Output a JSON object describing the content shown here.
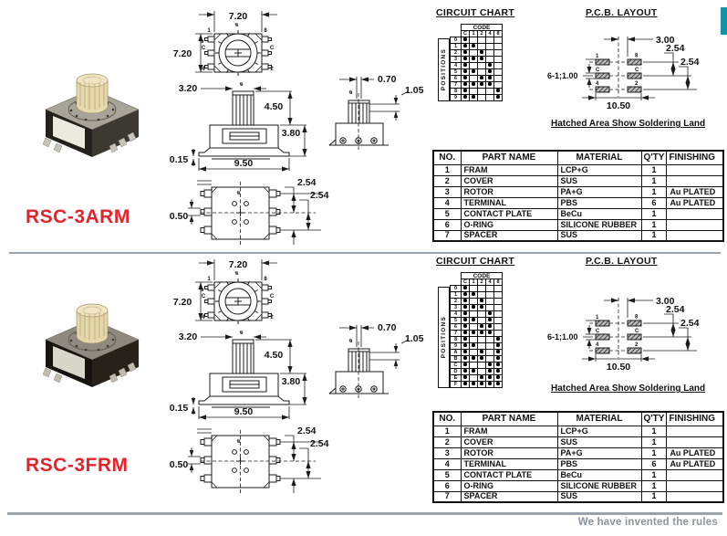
{
  "page": {
    "tagline": "We have invented the rules",
    "tagline_color": "#8b949e",
    "accent_bar_color": "#1792a9",
    "model_color": "#e5232a",
    "line_color": "#9aa2ac"
  },
  "sections": [
    {
      "model": "RSC-3ARM",
      "photo": {
        "top_face": "#a9a49a",
        "front_face": "#23211d",
        "side_face": "#3c3933",
        "panel": "#eceade",
        "knob": "#e6d9ab",
        "knob_top": "#f0e6c4",
        "pin": "#c9c4ba"
      },
      "drawings": {
        "top_view": {
          "dim_width": "7.20",
          "dim_height": "7.20",
          "dia": "⌀",
          "pin_labels": {
            "tl": "1",
            "tr": "8",
            "ml": "C",
            "mr": "C",
            "bl": "4",
            "br": "2"
          }
        },
        "front_view": {
          "dim_shaft_w": "3.20",
          "dim_shaft_h": "4.50",
          "dim_body_h": "3.80",
          "dim_standoff": "0.15",
          "dim_body_w": "9.50",
          "dia": "⌀"
        },
        "side_view": {
          "dim_slot": "0.70",
          "dim_collar": "1.05",
          "dia": "⌀"
        },
        "bottom_view": {
          "dim_pin": "0.50",
          "dim_pitch_a": "2.54",
          "dim_pitch_b": "2.54",
          "dia": "⌀"
        }
      },
      "circuit_chart": {
        "title": "CIRCUIT CHART",
        "code_label": "CODE",
        "positions_label": "POSITIONS",
        "columns": [
          "C",
          "1",
          "2",
          "4",
          "8"
        ],
        "rows": [
          {
            "label": "0",
            "dots": [
              1,
              0,
              0,
              0,
              0
            ]
          },
          {
            "label": "1",
            "dots": [
              1,
              1,
              0,
              0,
              0
            ]
          },
          {
            "label": "2",
            "dots": [
              1,
              0,
              1,
              0,
              0
            ]
          },
          {
            "label": "3",
            "dots": [
              1,
              1,
              1,
              0,
              0
            ]
          },
          {
            "label": "4",
            "dots": [
              1,
              0,
              0,
              1,
              0
            ]
          },
          {
            "label": "5",
            "dots": [
              1,
              1,
              0,
              1,
              0
            ]
          },
          {
            "label": "6",
            "dots": [
              1,
              0,
              1,
              1,
              0
            ]
          },
          {
            "label": "7",
            "dots": [
              1,
              1,
              1,
              1,
              0
            ]
          },
          {
            "label": "8",
            "dots": [
              1,
              0,
              0,
              0,
              1
            ]
          },
          {
            "label": "9",
            "dots": [
              1,
              1,
              0,
              0,
              1
            ]
          }
        ]
      },
      "pcb_layout": {
        "title": "P.C.B. LAYOUT",
        "dim_center_to_pad": "3.00",
        "dim_pitch_a": "2.54",
        "dim_pitch_b": "2.54",
        "dim_span": "10.50",
        "dim_pads": "6-1;1.00",
        "pad_labels": {
          "l1": "1",
          "l2": "C",
          "l3": "4",
          "r1": "8",
          "r2": "C",
          "r3": "2"
        },
        "note": "Hatched Area Show Soldering Land"
      },
      "parts_table": {
        "headers": [
          "NO.",
          "PART NAME",
          "MATERIAL",
          "Q'TY",
          "FINISHING"
        ],
        "rows": [
          [
            "1",
            "FRAM",
            "LCP+G",
            "1",
            ""
          ],
          [
            "2",
            "COVER",
            "SUS",
            "1",
            ""
          ],
          [
            "3",
            "ROTOR",
            "PA+G",
            "1",
            "Au PLATED"
          ],
          [
            "4",
            "TERMINAL",
            "PBS",
            "6",
            "Au PLATED"
          ],
          [
            "5",
            "CONTACT PLATE",
            "BeCu",
            "1",
            ""
          ],
          [
            "6",
            "O-RING",
            "SILICONE RUBBER",
            "1",
            ""
          ],
          [
            "7",
            "SPACER",
            "SUS",
            "1",
            ""
          ]
        ]
      }
    },
    {
      "model": "RSC-3FRM",
      "photo": {
        "top_face": "#8f8a80",
        "front_face": "#17140f",
        "side_face": "#262219",
        "panel": "#d9d6ca",
        "knob": "#e4d7a9",
        "knob_top": "#efe5c2",
        "pin": "#c2bcb0"
      },
      "drawings": {
        "top_view": {
          "dim_width": "7.20",
          "dim_height": "7.20",
          "dia": "⌀",
          "pin_labels": {
            "tl": "1",
            "tr": "8",
            "ml": "C",
            "mr": "C",
            "bl": "4",
            "br": "2"
          }
        },
        "front_view": {
          "dim_shaft_w": "3.20",
          "dim_shaft_h": "4.50",
          "dim_body_h": "3.80",
          "dim_standoff": "0.15",
          "dim_body_w": "9.50",
          "dia": "⌀"
        },
        "side_view": {
          "dim_slot": "0.70",
          "dim_collar": "1.05",
          "dia": "⌀"
        },
        "bottom_view": {
          "dim_pin": "0.50",
          "dim_pitch_a": "2.54",
          "dim_pitch_b": "2.54",
          "dia": "⌀"
        }
      },
      "circuit_chart": {
        "title": "CIRCUIT CHART",
        "code_label": "CODE",
        "positions_label": "POSITIONS",
        "columns": [
          "C",
          "1",
          "2",
          "4",
          "8"
        ],
        "rows": [
          {
            "label": "0",
            "dots": [
              1,
              0,
              0,
              0,
              0
            ]
          },
          {
            "label": "1",
            "dots": [
              1,
              1,
              0,
              0,
              0
            ]
          },
          {
            "label": "2",
            "dots": [
              1,
              0,
              1,
              0,
              0
            ]
          },
          {
            "label": "3",
            "dots": [
              1,
              1,
              1,
              0,
              0
            ]
          },
          {
            "label": "4",
            "dots": [
              1,
              0,
              0,
              1,
              0
            ]
          },
          {
            "label": "5",
            "dots": [
              1,
              1,
              0,
              1,
              0
            ]
          },
          {
            "label": "6",
            "dots": [
              1,
              0,
              1,
              1,
              0
            ]
          },
          {
            "label": "7",
            "dots": [
              1,
              1,
              1,
              1,
              0
            ]
          },
          {
            "label": "8",
            "dots": [
              1,
              0,
              0,
              0,
              1
            ]
          },
          {
            "label": "9",
            "dots": [
              1,
              1,
              0,
              0,
              1
            ]
          },
          {
            "label": "A",
            "dots": [
              1,
              0,
              1,
              0,
              1
            ]
          },
          {
            "label": "B",
            "dots": [
              1,
              1,
              1,
              0,
              1
            ]
          },
          {
            "label": "C",
            "dots": [
              1,
              0,
              0,
              1,
              1
            ]
          },
          {
            "label": "D",
            "dots": [
              1,
              1,
              0,
              1,
              1
            ]
          },
          {
            "label": "E",
            "dots": [
              1,
              0,
              1,
              1,
              1
            ]
          },
          {
            "label": "F",
            "dots": [
              1,
              1,
              1,
              1,
              1
            ]
          }
        ]
      },
      "pcb_layout": {
        "title": "P.C.B. LAYOUT",
        "dim_center_to_pad": "3.00",
        "dim_pitch_a": "2.54",
        "dim_pitch_b": "2.54",
        "dim_span": "10.50",
        "dim_pads": "6-1;1.00",
        "pad_labels": {
          "l1": "1",
          "l2": "C",
          "l3": "4",
          "r1": "8",
          "r2": "C",
          "r3": "2"
        },
        "note": "Hatched Area Show Soldering Land"
      },
      "parts_table": {
        "headers": [
          "NO.",
          "PART NAME",
          "MATERIAL",
          "Q'TY",
          "FINISHING"
        ],
        "rows": [
          [
            "1",
            "FRAM",
            "LCP+G",
            "1",
            ""
          ],
          [
            "2",
            "COVER",
            "SUS",
            "1",
            ""
          ],
          [
            "3",
            "ROTOR",
            "PA+G",
            "1",
            "Au PLATED"
          ],
          [
            "4",
            "TERMINAL",
            "PBS",
            "6",
            "Au PLATED"
          ],
          [
            "5",
            "CONTACT PLATE",
            "BeCu",
            "1",
            ""
          ],
          [
            "6",
            "O-RING",
            "SILICONE RUBBER",
            "1",
            ""
          ],
          [
            "7",
            "SPACER",
            "SUS",
            "1",
            ""
          ]
        ]
      }
    }
  ]
}
